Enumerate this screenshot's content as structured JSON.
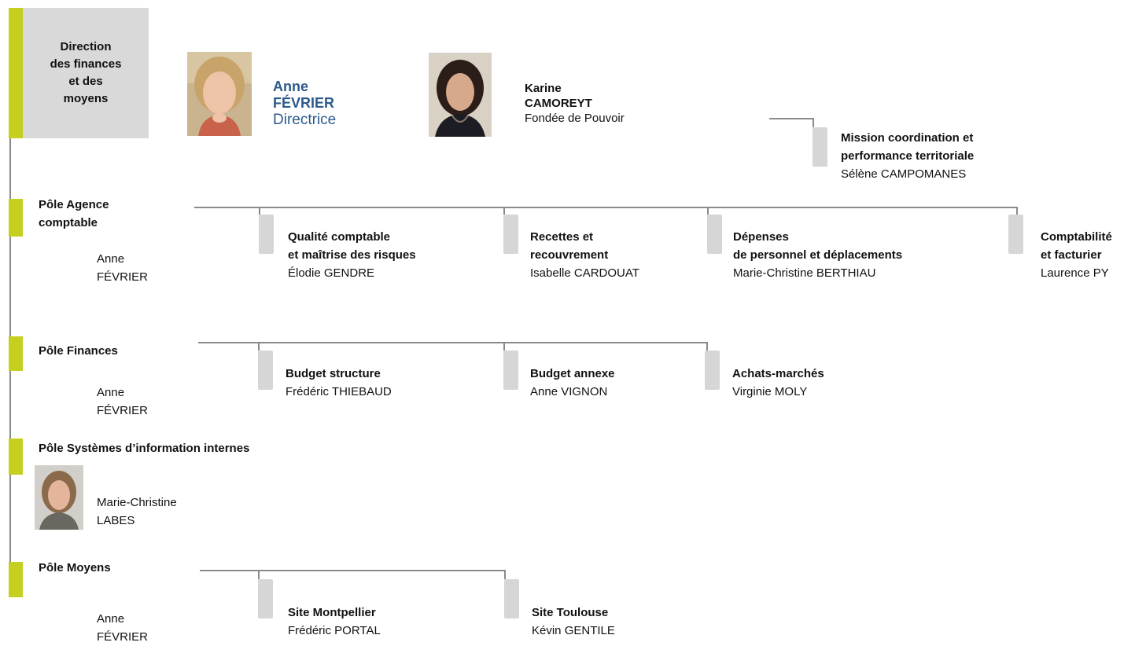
{
  "header": {
    "title_lines": [
      "Direction",
      "des finances",
      "et des",
      "moyens"
    ]
  },
  "director": {
    "first": "Anne",
    "last": "FÉVRIER",
    "role": "Directrice",
    "color": "#2c5a8c"
  },
  "proxy": {
    "first": "Karine",
    "last": "CAMOREYT",
    "role": "Fondée de Pouvoir"
  },
  "mission": {
    "title1": "Mission coordination et",
    "title2": "performance territoriale",
    "name": "Sélène CAMPOMANES"
  },
  "poles": {
    "agence": {
      "title1": "Pôle Agence",
      "title2": "comptable",
      "head1": "Anne",
      "head2": "FÉVRIER",
      "units": [
        {
          "t1": "Qualité comptable",
          "t2": "et maîtrise des risques",
          "name": "Élodie GENDRE"
        },
        {
          "t1": "Recettes et",
          "t2": "recouvrement",
          "name": "Isabelle CARDOUAT"
        },
        {
          "t1": "Dépenses",
          "t2": "de personnel et déplacements",
          "name": "Marie-Christine BERTHIAU"
        },
        {
          "t1": "Comptabilité",
          "t2": "et facturier",
          "name": "Laurence PY"
        }
      ]
    },
    "finances": {
      "title": "Pôle Finances",
      "head1": "Anne",
      "head2": "FÉVRIER",
      "units": [
        {
          "t1": "Budget structure",
          "name": "Frédéric THIEBAUD"
        },
        {
          "t1": "Budget annexe",
          "name": "Anne VIGNON"
        },
        {
          "t1": "Achats-marchés",
          "name": "Virginie MOLY"
        }
      ]
    },
    "si": {
      "title": "Pôle Systèmes d’information internes",
      "head1": "Marie-Christine",
      "head2": "LABES"
    },
    "moyens": {
      "title": "Pôle Moyens",
      "head1": "Anne",
      "head2": "FÉVRIER",
      "units": [
        {
          "t1": "Site Montpellier",
          "name": "Frédéric PORTAL"
        },
        {
          "t1": "Site Toulouse",
          "name": "Kévin GENTILE"
        }
      ]
    }
  },
  "colors": {
    "accent_green": "#c4cf1f",
    "tab_gray": "#d6d6d6",
    "connector": "#8a8a8a",
    "header_bg": "#d9d9d9"
  }
}
